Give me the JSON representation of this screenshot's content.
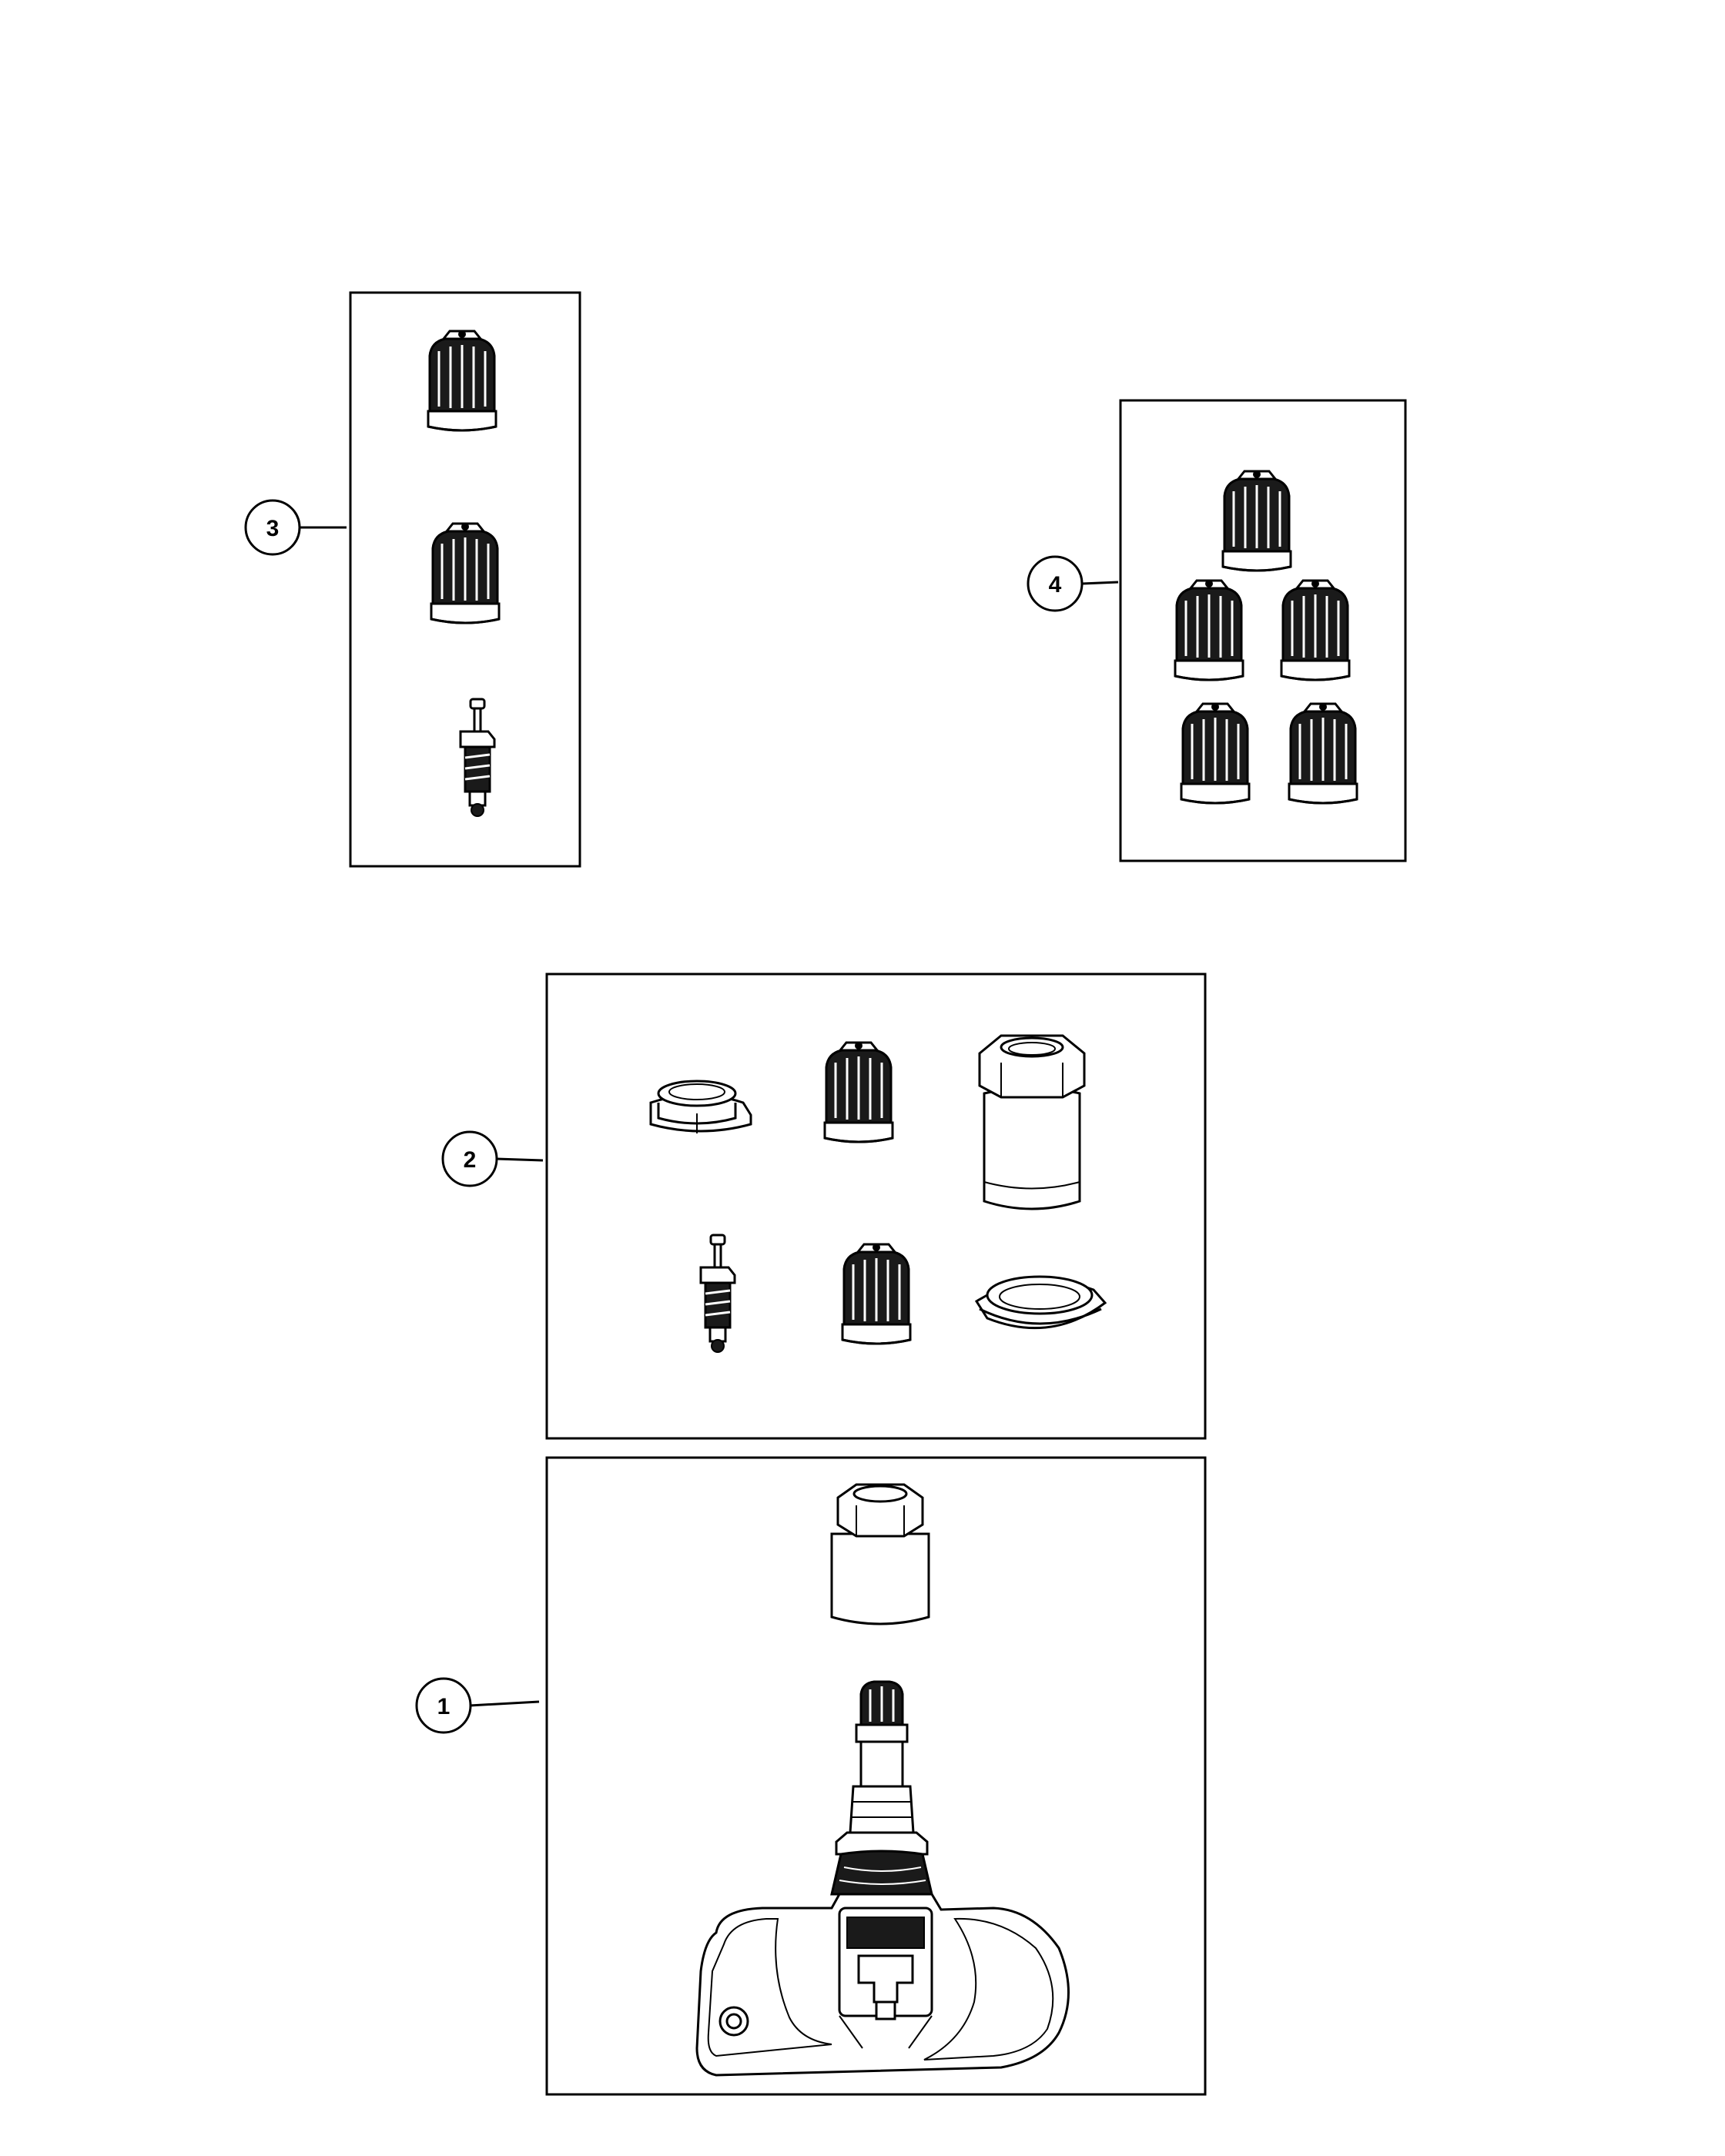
{
  "callouts": {
    "c1": "1",
    "c2": "2",
    "c3": "3",
    "c4": "4"
  },
  "colors": {
    "line": "#000000",
    "background": "#ffffff",
    "cap_fill": "#1a1a1a"
  }
}
